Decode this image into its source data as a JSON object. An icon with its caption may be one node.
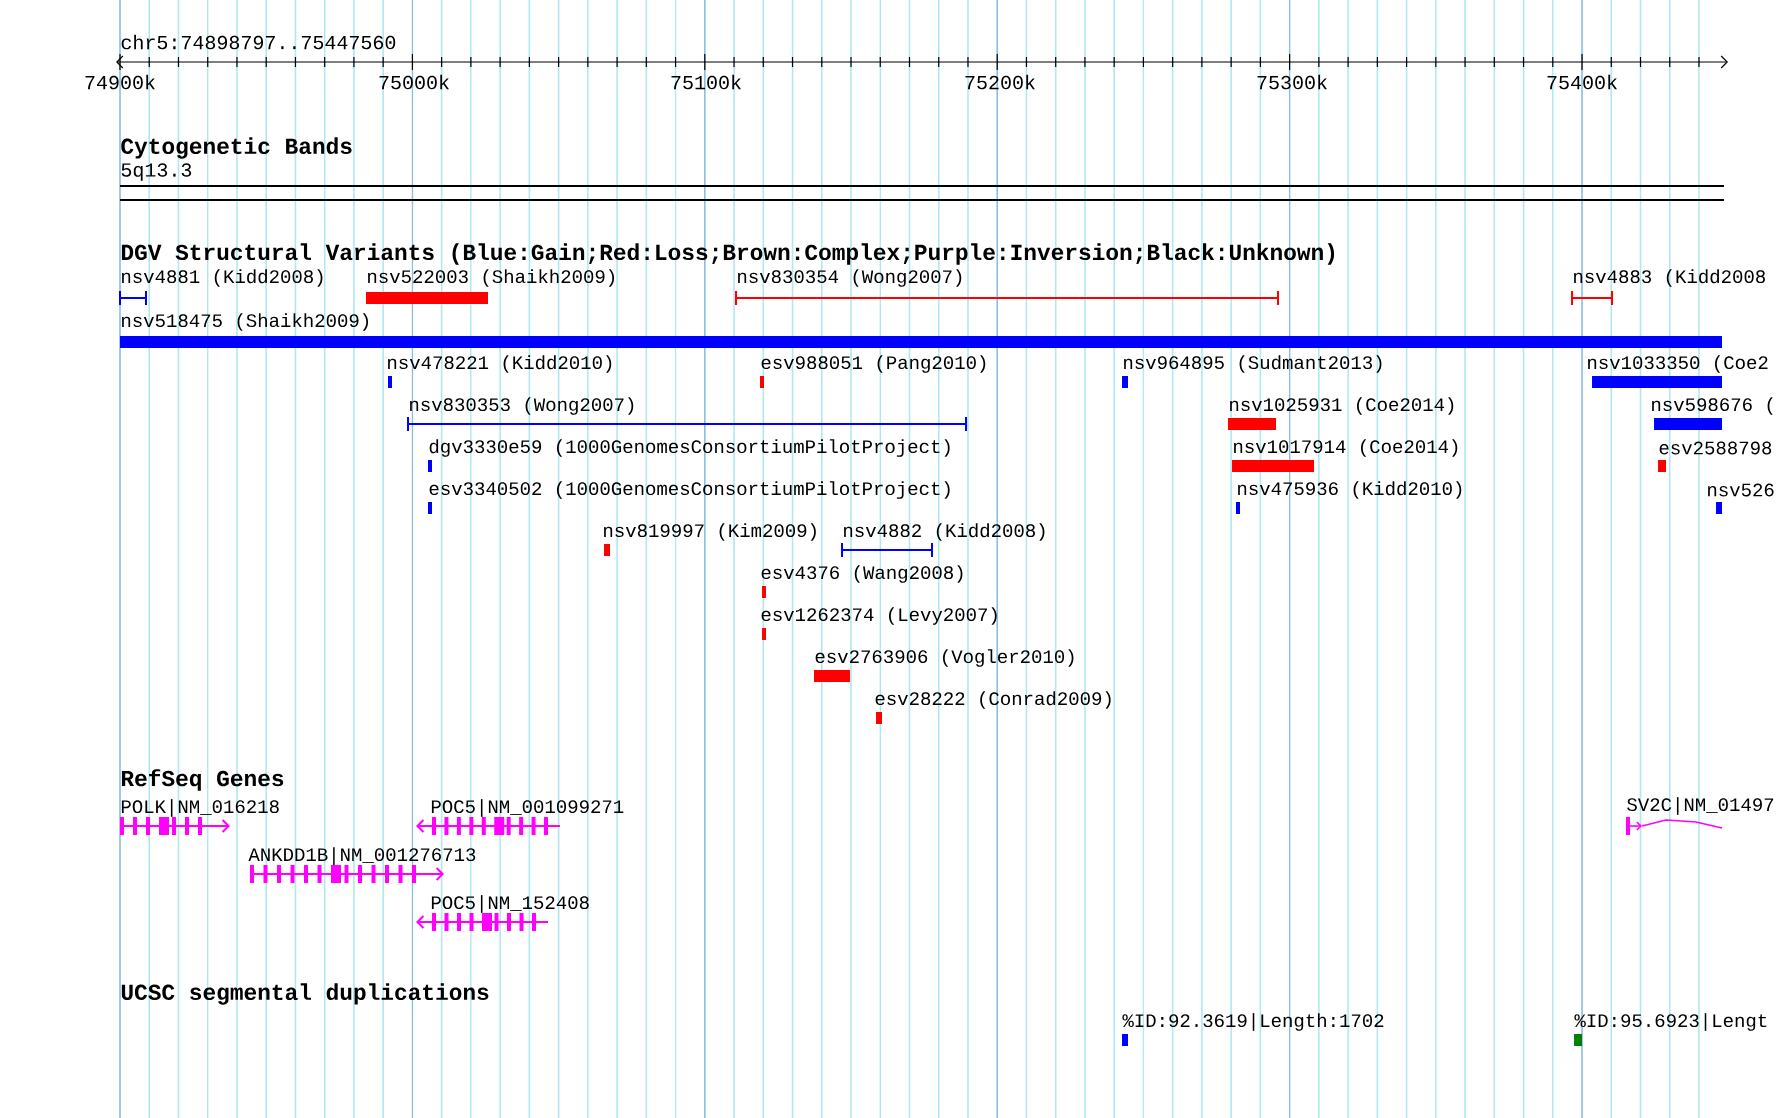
{
  "diagram": {
    "nodes": [
      {
        "text": [
          "nsv4881 (Kidd2008)"
        ]
      },
      {
        "text": [
          "nsv522003 (Shaikh2009)"
        ]
      },
      {
        "text": [
          "nsv830354 (Wong2007)"
        ]
      },
      {
        "text": [
          "nsv4883 (Kidd2008"
        ]
      },
      {
        "text": [
          "nsv518475 (Shaikh2009)"
        ]
      },
      {
        "text": [
          "nsv478221 (Kidd2010)"
        ]
      },
      {
        "text": [
          "esv988051 (Pang2010)"
        ]
      },
      {
        "text": [
          "nsv964895 (Sudmant2013)"
        ]
      },
      {
        "text": [
          "nsv1033350 (Coe2"
        ]
      },
      {
        "text": [
          "nsv830353 (Wong2007)"
        ]
      },
      {
        "text": [
          "nsv1025931 (Coe2014)"
        ]
      },
      {
        "text": [
          "nsv598676 ("
        ]
      },
      {
        "text": [
          "dgv3330e59 (1000GenomesConsortiumPilotProject)"
        ]
      },
      {
        "text": [
          "nsv1017914 (Coe2014)"
        ]
      },
      {
        "text": [
          "esv2588798"
        ]
      },
      {
        "text": [
          "esv3340502 (1000GenomesConsortiumPilotProject)"
        ]
      },
      {
        "text": [
          "nsv475936 (Kidd2010)"
        ]
      },
      {
        "text": [
          "nsv526"
        ]
      },
      {
        "text": [
          "nsv819997 (Kim2009)"
        ]
      },
      {
        "text": [
          "nsv4882 (Kidd2008)"
        ]
      },
      {
        "text": [
          "esv4376 (Wang2008)"
        ]
      },
      {
        "text": [
          "esv1262374 (Levy2007)"
        ]
      },
      {
        "text": [
          "esv2763906 (Vogler2010)"
        ]
      },
      {
        "text": [
          "esv28222 (Conrad2009)"
        ]
      },
      {
        "text": [
          "POLK|NM_016218"
        ]
      },
      {
        "text": [
          "POC5|NM_001099271"
        ]
      },
      {
        "text": [
          "ANKDD1B|NM_001276713"
        ]
      },
      {
        "text": [
          "POC5|NM_152408"
        ]
      },
      {
        "text": [
          "SV2C|NM_01497"
        ]
      },
      {
        "text": [
          "%ID:92.3619|Length:1702"
        ]
      },
      {
        "text": [
          "%ID:95.6923|Lengt"
        ]
      }
    ],
    "edges": [],
    "labels": [
      "chr5:74898797..75447560",
      "74900k",
      "75000k",
      "75100k",
      "75200k",
      "75300k",
      "75400k",
      "Cytogenetic Bands",
      "5q13.3",
      "DGV Structural Variants (Blue:Gain;Red:Loss;Brown:Complex;Purple:Inversion;Black:Unknown)",
      "RefSeq Genes",
      "UCSC segmental duplications"
    ]
  }
}
